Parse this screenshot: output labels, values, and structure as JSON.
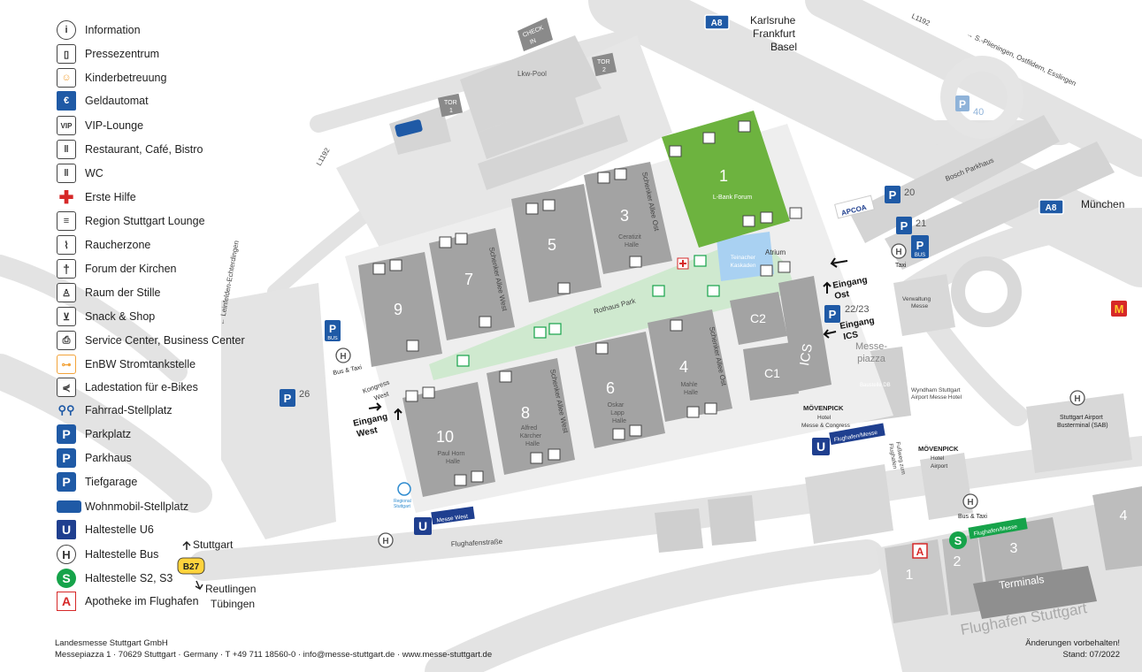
{
  "legend": [
    {
      "icon": "info-icon",
      "label": "Information"
    },
    {
      "icon": "press-icon",
      "label": "Pressezentrum"
    },
    {
      "icon": "childcare-icon",
      "label": "Kinderbetreuung"
    },
    {
      "icon": "atm-icon",
      "label": "Geldautomat"
    },
    {
      "icon": "vip-icon",
      "label": "VIP-Lounge",
      "code": "VIP"
    },
    {
      "icon": "restaurant-icon",
      "label": "Restaurant, Café, Bistro"
    },
    {
      "icon": "wc-icon",
      "label": "WC"
    },
    {
      "icon": "first-aid-icon",
      "label": "Erste Hilfe"
    },
    {
      "icon": "lounge-icon",
      "label": "Region Stuttgart Lounge"
    },
    {
      "icon": "smoking-icon",
      "label": "Raucherzone"
    },
    {
      "icon": "church-icon",
      "label": "Forum der Kirchen"
    },
    {
      "icon": "silence-icon",
      "label": "Raum der Stille"
    },
    {
      "icon": "shop-icon",
      "label": "Snack & Shop"
    },
    {
      "icon": "service-icon",
      "label": "Service Center, Business Center"
    },
    {
      "icon": "charging-icon",
      "label": "EnBW Stromtankstelle"
    },
    {
      "icon": "ebike-icon",
      "label": "Ladestation für e-Bikes"
    },
    {
      "icon": "bicycle-icon",
      "label": "Fahrrad-Stellplatz"
    },
    {
      "icon": "parking-icon",
      "label": "Parkplatz",
      "code": "P"
    },
    {
      "icon": "garage-icon",
      "label": "Parkhaus",
      "code": "P"
    },
    {
      "icon": "underground-icon",
      "label": "Tiefgarage",
      "code": "P"
    },
    {
      "icon": "camper-icon",
      "label": "Wohnmobil-Stellplatz"
    },
    {
      "icon": "u6-icon",
      "label": "Haltestelle U6",
      "code": "U"
    },
    {
      "icon": "bus-stop-icon",
      "label": "Haltestelle Bus",
      "code": "H"
    },
    {
      "icon": "sbahn-icon",
      "label": "Haltestelle S2, S3",
      "code": "S"
    },
    {
      "icon": "pharmacy-icon",
      "label": "Apotheke im Flughafen"
    }
  ],
  "directions": {
    "a8_badge": "A8",
    "a8_north": [
      "Karlsruhe",
      "Frankfurt",
      "Basel"
    ],
    "a8_east": "München",
    "l1192": "L1192",
    "l1192_dir": "→ S.-Plieningen, Ostfildern, Esslingen",
    "leinfelden": "← Leinfelden-Echterdingen",
    "b27": "B27",
    "stuttgart": "Stuttgart",
    "reutlingen": [
      "Reutlingen",
      "Tübingen"
    ]
  },
  "gates": {
    "check_in": [
      "CHECK",
      "IN"
    ],
    "lkw_pool": "Lkw-Pool",
    "tor1": [
      "TOR",
      "1"
    ],
    "tor2": [
      "TOR",
      "2"
    ]
  },
  "halls": {
    "h1": {
      "num": "1",
      "name": "L-Bank Forum"
    },
    "h3": {
      "num": "3",
      "name": [
        "Ceratizit",
        "Halle"
      ]
    },
    "h4": {
      "num": "4",
      "name": [
        "Mahle",
        "Halle"
      ]
    },
    "h5": {
      "num": "5"
    },
    "h6": {
      "num": "6",
      "name": [
        "Oskar",
        "Lapp",
        "Halle"
      ]
    },
    "h7": {
      "num": "7"
    },
    "h8": {
      "num": "8",
      "name": [
        "Alfred",
        "Kärcher",
        "Halle"
      ]
    },
    "h9": {
      "num": "9"
    },
    "h10": {
      "num": "10",
      "name": [
        "Paul Horn",
        "Halle"
      ]
    },
    "c1": "C1",
    "c2": "C2",
    "ics": "ICS"
  },
  "streets": {
    "allee_west": "Schenker Allee West",
    "allee_ost": "Schenker Allee Ost",
    "rothaus": "Rothaus Park",
    "teinacher": [
      "Teinacher",
      "Kaskaden"
    ],
    "atrium": "Atrium",
    "messe_piazza": [
      "Messe-",
      "piazza"
    ],
    "flughafenstrasse": "Flughafenstraße",
    "fussweg": [
      "Fußweg zum",
      "Flughafen"
    ],
    "bosch": "Bosch Parkhaus",
    "verwaltung": [
      "Verwaltung",
      "Messe"
    ],
    "wyndham": [
      "Wyndham Stuttgart",
      "Airport Messe Hotel"
    ],
    "baustelle": "Baustelle DB"
  },
  "entrances": {
    "ost": [
      "Eingang",
      "Ost"
    ],
    "ics": [
      "Eingang",
      "ICS"
    ],
    "west": [
      "Eingang",
      "West"
    ],
    "kongress_west": [
      "Kongress",
      "West"
    ]
  },
  "parking": {
    "p40": "40",
    "p20": "20",
    "p21": "21",
    "p22": "22/23",
    "p26": "26",
    "p_letter": "P"
  },
  "transport": {
    "bus_taxi": "Bus & Taxi",
    "taxi": "Taxi",
    "bus": "BUS",
    "u_messe_west": "Messe West",
    "u_flughafen": "Flughafen/Messe",
    "s_flughafen": "Flughafen/Messe",
    "airport_terminal": [
      "Stuttgart Airport",
      "Busterminal (SAB)"
    ]
  },
  "hotels": {
    "moevenpick": "MÖVENPICK",
    "hotel_messe": [
      "Hotel",
      "Messe & Congress"
    ],
    "hotel_airport": [
      "Hotel",
      "Airport"
    ]
  },
  "airport": {
    "terminals": "Terminals",
    "t1": "1",
    "t2": "2",
    "t3": "3",
    "t4": "4",
    "name": "Flughafen Stuttgart"
  },
  "brands": {
    "apcoa": "APCOA",
    "regio": [
      "Regional",
      "Stuttgart"
    ]
  },
  "footer": {
    "company": "Landesmesse Stuttgart GmbH",
    "address": "Messepiazza 1 · 70629 Stuttgart · Germany · T +49 711 18560-0 · info@messe-stuttgart.de · www.messe-stuttgart.de",
    "changes": "Änderungen vorbehalten!",
    "status": "Stand: 07/2022"
  },
  "colors": {
    "hall": "#a3a3a3",
    "hall_green": "#6db33f",
    "park": "#cfe9cf",
    "road": "#dadada",
    "paved": "#ececec",
    "blue": "#1f5aa6",
    "green": "#16a34a",
    "red": "#d62828"
  }
}
